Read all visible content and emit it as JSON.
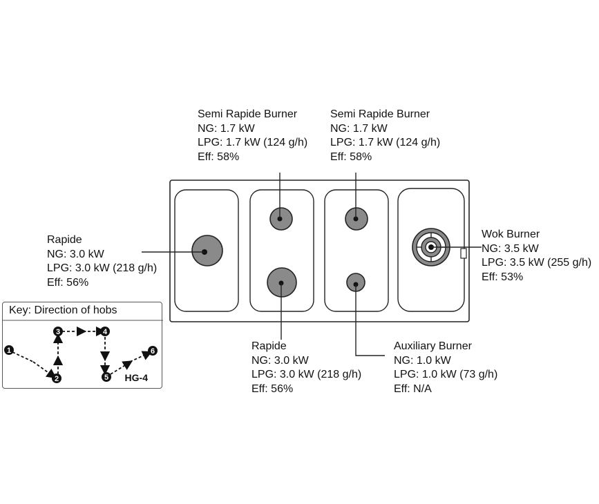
{
  "burners": [
    {
      "id": "rapide-left",
      "name": "Rapide",
      "ng": "NG: 3.0 kW",
      "lpg": "LPG: 3.0 kW (218 g/h)",
      "eff": "Eff: 56%"
    },
    {
      "id": "semi-1",
      "name": "Semi Rapide Burner",
      "ng": "NG: 1.7 kW",
      "lpg": "LPG: 1.7 kW (124 g/h)",
      "eff": "Eff: 58%"
    },
    {
      "id": "semi-2",
      "name": "Semi Rapide Burner",
      "ng": "NG: 1.7 kW",
      "lpg": "LPG: 1.7 kW (124 g/h)",
      "eff": "Eff: 58%"
    },
    {
      "id": "wok",
      "name": "Wok Burner",
      "ng": "NG: 3.5 kW",
      "lpg": "LPG: 3.5 kW (255 g/h)",
      "eff": "Eff: 53%"
    },
    {
      "id": "rapide-bottom",
      "name": "Rapide",
      "ng": "NG: 3.0 kW",
      "lpg": "LPG: 3.0 kW (218 g/h)",
      "eff": "Eff: 56%"
    },
    {
      "id": "auxiliary",
      "name": "Auxiliary Burner",
      "ng": "NG: 1.0 kW",
      "lpg": "LPG: 1.0 kW (73 g/h)",
      "eff": "Eff: N/A"
    }
  ],
  "key": {
    "title": "Key: Direction of hobs",
    "model": "HG-4",
    "steps": [
      "1",
      "2",
      "3",
      "4",
      "5",
      "6"
    ]
  },
  "colors": {
    "burner_fill": "#8a8a8a",
    "line": "#222222"
  }
}
